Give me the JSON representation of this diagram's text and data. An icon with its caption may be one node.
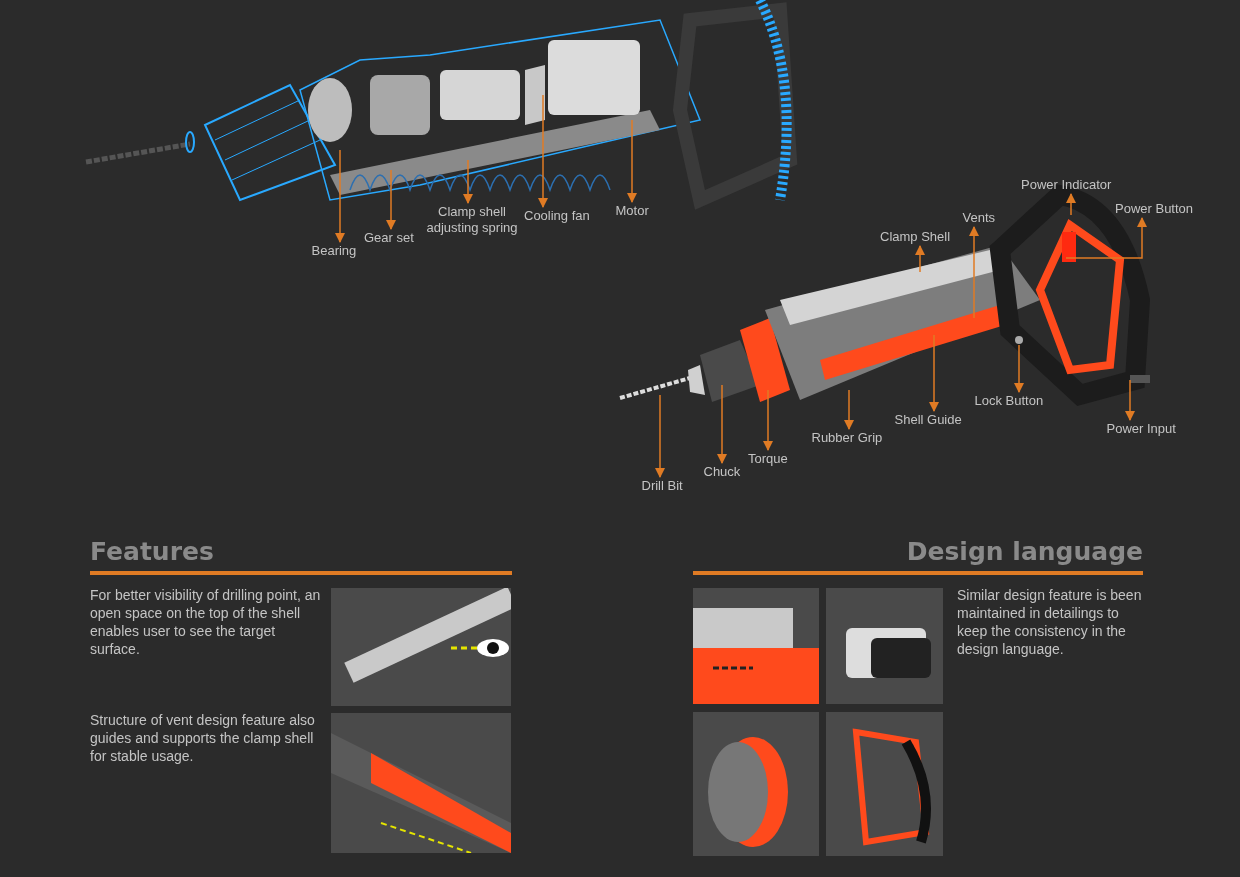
{
  "diagram": {
    "nodes": [
      {
        "text": [
          "Bearing"
        ]
      },
      {
        "text": [
          "Gear set"
        ]
      },
      {
        "text": [
          "Clamp shell adjusting spring"
        ]
      },
      {
        "text": [
          "Cooling fan"
        ]
      },
      {
        "text": [
          "Motor"
        ]
      },
      {
        "text": [
          "Power Indicator"
        ]
      },
      {
        "text": [
          "Power Button"
        ]
      },
      {
        "text": [
          "Clamp Shell"
        ]
      },
      {
        "text": [
          "Vents"
        ]
      },
      {
        "text": [
          "Drill Bit"
        ]
      },
      {
        "text": [
          "Chuck"
        ]
      },
      {
        "text": [
          "Torque"
        ]
      },
      {
        "text": [
          "Rubber Grip"
        ]
      },
      {
        "text": [
          "Shell Guide"
        ]
      },
      {
        "text": [
          "Lock Button"
        ]
      },
      {
        "text": [
          "Power Input"
        ]
      }
    ],
    "edges": [
      {
        "from": null,
        "to": 0,
        "arrow": "to"
      },
      {
        "from": null,
        "to": 1,
        "arrow": "to"
      },
      {
        "from": null,
        "to": 2,
        "arrow": "to"
      },
      {
        "from": null,
        "to": 3,
        "arrow": "to"
      },
      {
        "from": null,
        "to": 4,
        "arrow": "to"
      },
      {
        "from": null,
        "to": 5,
        "arrow": "to"
      },
      {
        "from": null,
        "to": 6,
        "arrow": "to"
      },
      {
        "from": null,
        "to": 7,
        "arrow": "to"
      },
      {
        "from": null,
        "to": 8,
        "arrow": "to"
      },
      {
        "from": null,
        "to": 9,
        "arrow": "to"
      },
      {
        "from": null,
        "to": 10,
        "arrow": "to"
      },
      {
        "from": null,
        "to": 11,
        "arrow": "to"
      },
      {
        "from": null,
        "to": 12,
        "arrow": "to"
      },
      {
        "from": null,
        "to": 13,
        "arrow": "to"
      },
      {
        "from": null,
        "to": 14,
        "arrow": "to"
      },
      {
        "from": null,
        "to": 15,
        "arrow": "to"
      }
    ],
    "labels": [
      "Features",
      "For better visibility of drilling point, an open space on the top of the shell enables user to see the target surface.",
      "Structure of vent design feature also guides and supports the clamp shell for stable usage.",
      "Design language",
      "Similar design feature is been maintained in detailings to keep the consistency in the design language."
    ]
  }
}
